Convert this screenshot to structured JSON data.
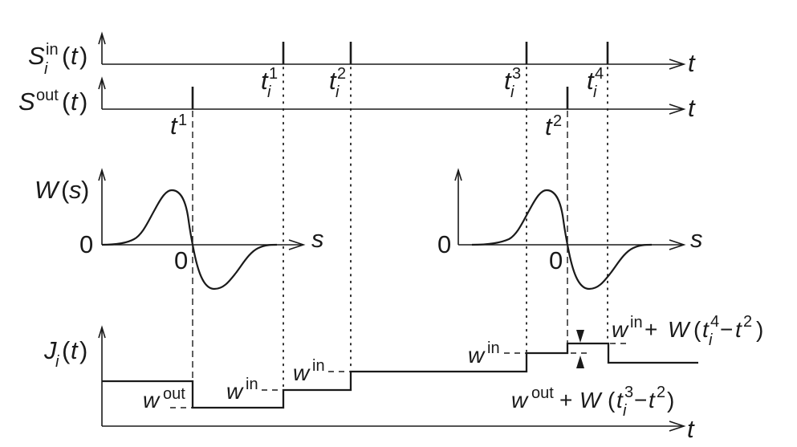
{
  "labels": {
    "s_in": {
      "base": "S",
      "sub": "i",
      "sup": "in",
      "lparen": "(",
      "arg": "t",
      "rparen": ")"
    },
    "s_out": {
      "base": "S",
      "sup": "out",
      "lparen": "(",
      "arg": "t",
      "rparen": ")"
    },
    "w": {
      "base": "W",
      "lparen": "(",
      "arg": "s",
      "rparen": ")"
    },
    "j": {
      "base": "J",
      "sub": "i",
      "lparen": "(",
      "arg": "t",
      "rparen": ")"
    }
  },
  "axes": {
    "s_in_x": "t",
    "s_out_x": "t",
    "w_left_x": "s",
    "w_right_x": "s",
    "j_x": "t"
  },
  "input_spikes": [
    {
      "base": "t",
      "sub": "i",
      "sup": "1"
    },
    {
      "base": "t",
      "sub": "i",
      "sup": "2"
    },
    {
      "base": "t",
      "sub": "i",
      "sup": "3"
    },
    {
      "base": "t",
      "sub": "i",
      "sup": "4"
    }
  ],
  "output_spikes": [
    {
      "base": "t",
      "sup": "1"
    },
    {
      "base": "t",
      "sup": "2"
    }
  ],
  "w_plots": [
    {
      "origin_label": "0",
      "zero_label": "0"
    },
    {
      "origin_label": "0",
      "zero_label": "0"
    }
  ],
  "j_annotations": {
    "w_out": {
      "base": "w",
      "sup": "out"
    },
    "w_in_1": {
      "base": "w",
      "sup": "in"
    },
    "w_in_2": {
      "base": "w",
      "sup": "in"
    },
    "w_in_3": {
      "base": "w",
      "sup": "in"
    },
    "combined_in": {
      "w": "w",
      "w_sup": "in",
      "plus": "+",
      "fn": "W",
      "lparen": "(",
      "t1": "t",
      "t1_sub": "i",
      "t1_sup": "4",
      "minus": "−",
      "t2": "t",
      "t2_sup": "2",
      "rparen": ")"
    },
    "combined_out": {
      "w": "w",
      "w_sup": "out",
      "plus": "+",
      "fn": "W",
      "lparen": "(",
      "t1": "t",
      "t1_sub": "i",
      "t1_sup": "3",
      "minus": "−",
      "t2": "t",
      "t2_sup": "2",
      "rparen": ")"
    }
  }
}
